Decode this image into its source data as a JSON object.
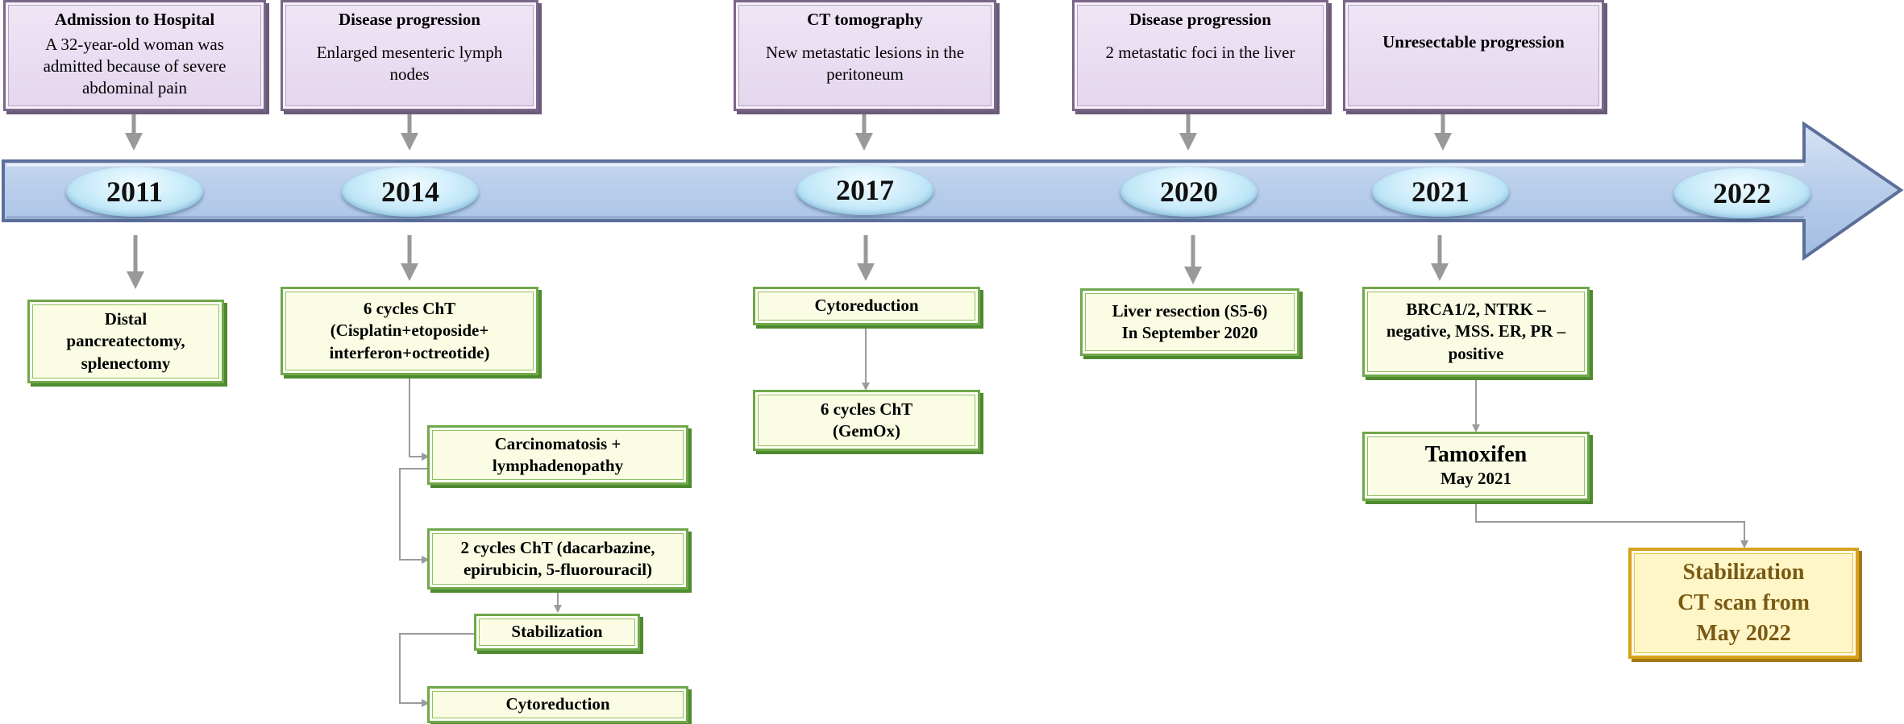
{
  "timeline": {
    "years": [
      "2011",
      "2014",
      "2017",
      "2020",
      "2021",
      "2022"
    ]
  },
  "top_events": [
    {
      "title": "Admission to Hospital",
      "text": "A 32-year-old woman was admitted because of severe abdominal pain"
    },
    {
      "title": "Disease progression",
      "text": "Enlarged mesenteric lymph nodes"
    },
    {
      "title": "CT tomography",
      "text": "New metastatic lesions in the peritoneum"
    },
    {
      "title": "Disease progression",
      "text": "2 metastatic foci in the liver"
    },
    {
      "title": "Unresectable progression",
      "text": ""
    }
  ],
  "treatments": {
    "y2011": "Distal pancreatectomy, splenectomy",
    "y2014": {
      "cht": "6 cycles ChT (Cisplatin+etoposide+ interferon+octreotide)",
      "carcinomatosis": "Carcinomatosis + lymphadenopathy",
      "cht2": "2 cycles ChT (dacarbazine, epirubicin, 5-fluorouracil)",
      "stabilization": "Stabilization",
      "cytoreduction": "Cytoreduction"
    },
    "y2017": {
      "cytoreduction": "Cytoreduction",
      "cht": "6 cycles ChT (GemOx)"
    },
    "y2020": {
      "resection": "Liver resection (S5-6)",
      "date": "In September 2020"
    },
    "y2021": {
      "markers": "BRCA1/2, NTRK – negative, MSS. ER, PR – positive",
      "drug": "Tamoxifen",
      "drug_date": "May 2021"
    },
    "outcome": {
      "line1": "Stabilization",
      "line2": "CT scan from",
      "line3": "May 2022"
    }
  },
  "colors": {
    "arrow_fill": "#b7cdea",
    "arrow_border": "#5b6f99",
    "gray_connector": "#9b9b9b"
  }
}
